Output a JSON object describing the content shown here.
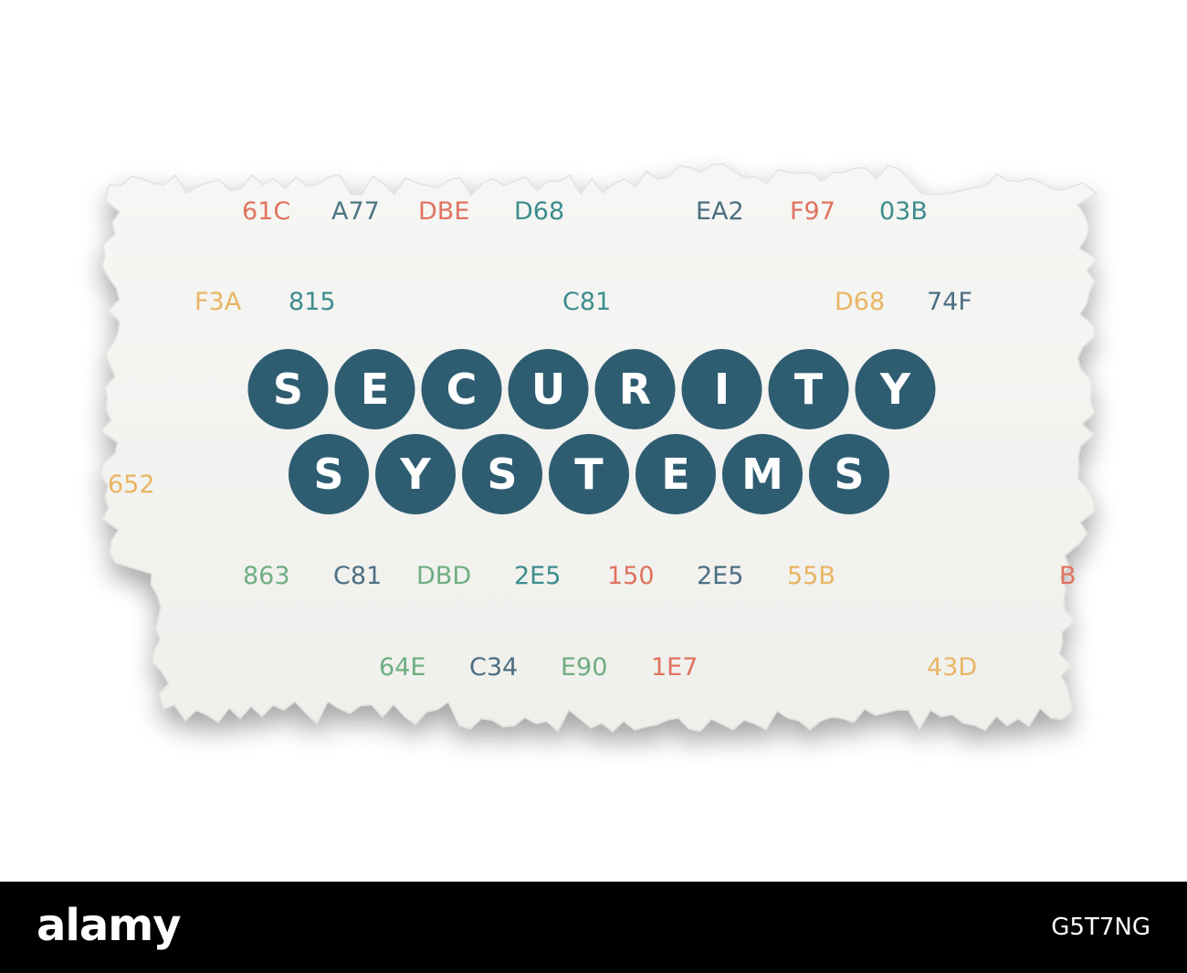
{
  "headline": {
    "line1": "SECURITY",
    "line2": "SYSTEMS",
    "color": "#2e5d71"
  },
  "codes": [
    {
      "text": "61C",
      "color": "#e0735f"
    },
    {
      "text": "A77",
      "color": "#4d7583"
    },
    {
      "text": "DBE",
      "color": "#e0735f"
    },
    {
      "text": "D68",
      "color": "#3e8d8e"
    },
    {
      "text": "EA2",
      "color": "#4d6f82"
    },
    {
      "text": "F97",
      "color": "#e0735f"
    },
    {
      "text": "03B",
      "color": "#3e8d8e"
    },
    {
      "text": "F3A",
      "color": "#e9b564"
    },
    {
      "text": "815",
      "color": "#3e8d8e"
    },
    {
      "text": "C81",
      "color": "#3e8d8e"
    },
    {
      "text": "D68",
      "color": "#e9b564"
    },
    {
      "text": "74F",
      "color": "#4d6f82"
    },
    {
      "text": "652",
      "color": "#e9b564"
    },
    {
      "text": "863",
      "color": "#6fae80"
    },
    {
      "text": "C81",
      "color": "#4d6f82"
    },
    {
      "text": "DBD",
      "color": "#6fae80"
    },
    {
      "text": "2E5",
      "color": "#3e8d8e"
    },
    {
      "text": "150",
      "color": "#e0735f"
    },
    {
      "text": "2E5",
      "color": "#4d6f82"
    },
    {
      "text": "55B",
      "color": "#e9b564"
    },
    {
      "text": "B",
      "color": "#e0735f"
    },
    {
      "text": "64E",
      "color": "#6fae80"
    },
    {
      "text": "C34",
      "color": "#4d6f82"
    },
    {
      "text": "E90",
      "color": "#6fae80"
    },
    {
      "text": "1E7",
      "color": "#e0735f"
    },
    {
      "text": "43D",
      "color": "#e9b564"
    }
  ],
  "footer": {
    "logo": "alamy",
    "image_id": "G5T7NG"
  }
}
